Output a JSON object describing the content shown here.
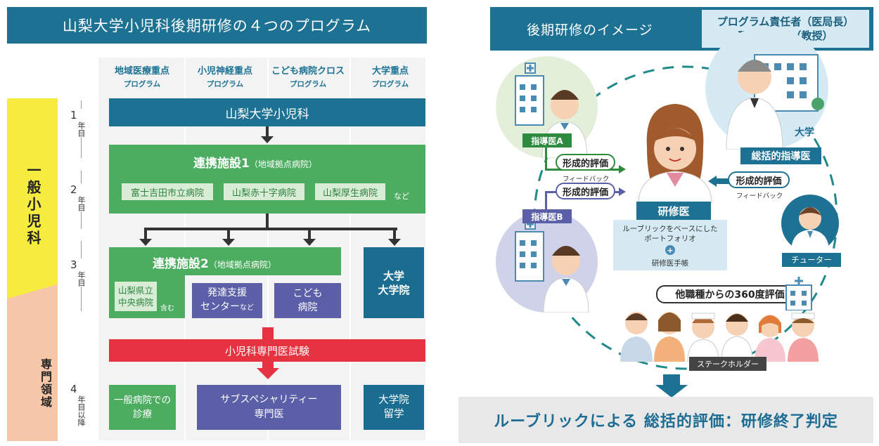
{
  "left": {
    "title": "山梨大学小児科後期研修の４つのプログラム",
    "columns": [
      {
        "name": "地域医療重点",
        "sub": "プログラム"
      },
      {
        "name": "小児神経重点",
        "sub": "プログラム"
      },
      {
        "name": "こども病院クロス",
        "sub": "プログラム"
      },
      {
        "name": "大学重点",
        "sub": "プログラム"
      }
    ],
    "band_general": "一般小児科",
    "band_specialty": "専門領域",
    "years": [
      {
        "num": "1",
        "kanji": "年目"
      },
      {
        "num": "2",
        "kanji": "年目"
      },
      {
        "num": "3",
        "kanji": "年目"
      },
      {
        "num": "4",
        "kanji": "年目以降"
      }
    ],
    "yamanashi": "山梨大学小児科",
    "facility1_title": "連携施設1",
    "facility1_sub": "（地域拠点病院）",
    "facility1_hospitals": [
      "富士吉田市立病院",
      "山梨赤十字病院",
      "山梨厚生病院"
    ],
    "facility1_etc": "など",
    "facility2_title": "連携施設2",
    "facility2_sub": "（地域拠点病院）",
    "central_hospital_line1": "山梨県立",
    "central_hospital_line2": "中央病院",
    "includes": "含む",
    "dev_support_line1": "発達支援",
    "dev_support_line2": "センター",
    "dev_support_etc": "など",
    "kodomo_line1": "こども",
    "kodomo_line2": "病院",
    "univ_line1": "大学",
    "univ_line2": "大学院",
    "exam": "小児科専門医試験",
    "general_practice_line1": "一般病院での",
    "general_practice_line2": "診療",
    "subspecialty_line1": "サブスペシャリティー",
    "subspecialty_line2": "専門医",
    "grad_line1": "大学院",
    "grad_line2": "留学"
  },
  "right": {
    "title": "後期研修のイメージ",
    "responsible_line1": "プログラム責任者（医局長）",
    "responsible_line2": "研修責任者（教授）",
    "supervisor_a": "指導医A",
    "supervisor_b": "指導医B",
    "formative_a": "形成的評価",
    "feedback_a": "フィードバック",
    "formative_b": "形成的評価",
    "university": "大学",
    "summative_supervisor": "総括的指導医",
    "formative_c": "形成的評価",
    "feedback_c": "フィードバック",
    "resident": "研修医",
    "portfolio_line1": "ルーブリックをベースにした",
    "portfolio_line2": "ポートフォリオ",
    "plus": "+",
    "handbook": "研修医手帳",
    "tutor": "チューター",
    "evaluation360": "他職種からの360度評価",
    "stakeholder": "ステークホルダー",
    "conclusion": "ルーブリックによる 総括的評価：研修終了判定"
  },
  "colors": {
    "header_blue": "#1d7193",
    "green": "#4cad61",
    "purple": "#5a5fa8",
    "red": "#e53341",
    "yellow": "#f6ec3f"
  }
}
